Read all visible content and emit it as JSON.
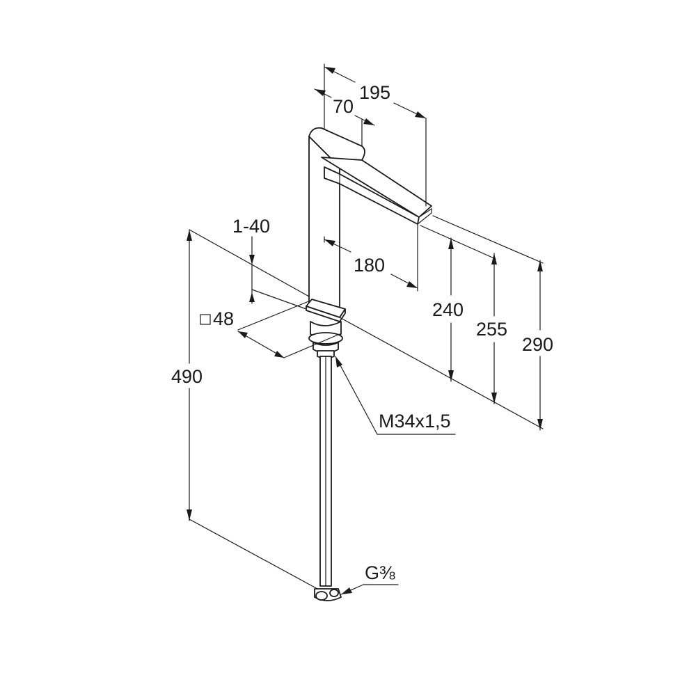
{
  "dimensions": {
    "spout_reach_total": "195",
    "spout_top_width": "70",
    "adjust_range": "1-40",
    "spout_reach": "180",
    "base_square": "48",
    "spout_height": "240",
    "height_mid": "255",
    "overall_height": "290",
    "total_length": "490",
    "thread": "M34x1,5",
    "connection": "G⅜"
  }
}
